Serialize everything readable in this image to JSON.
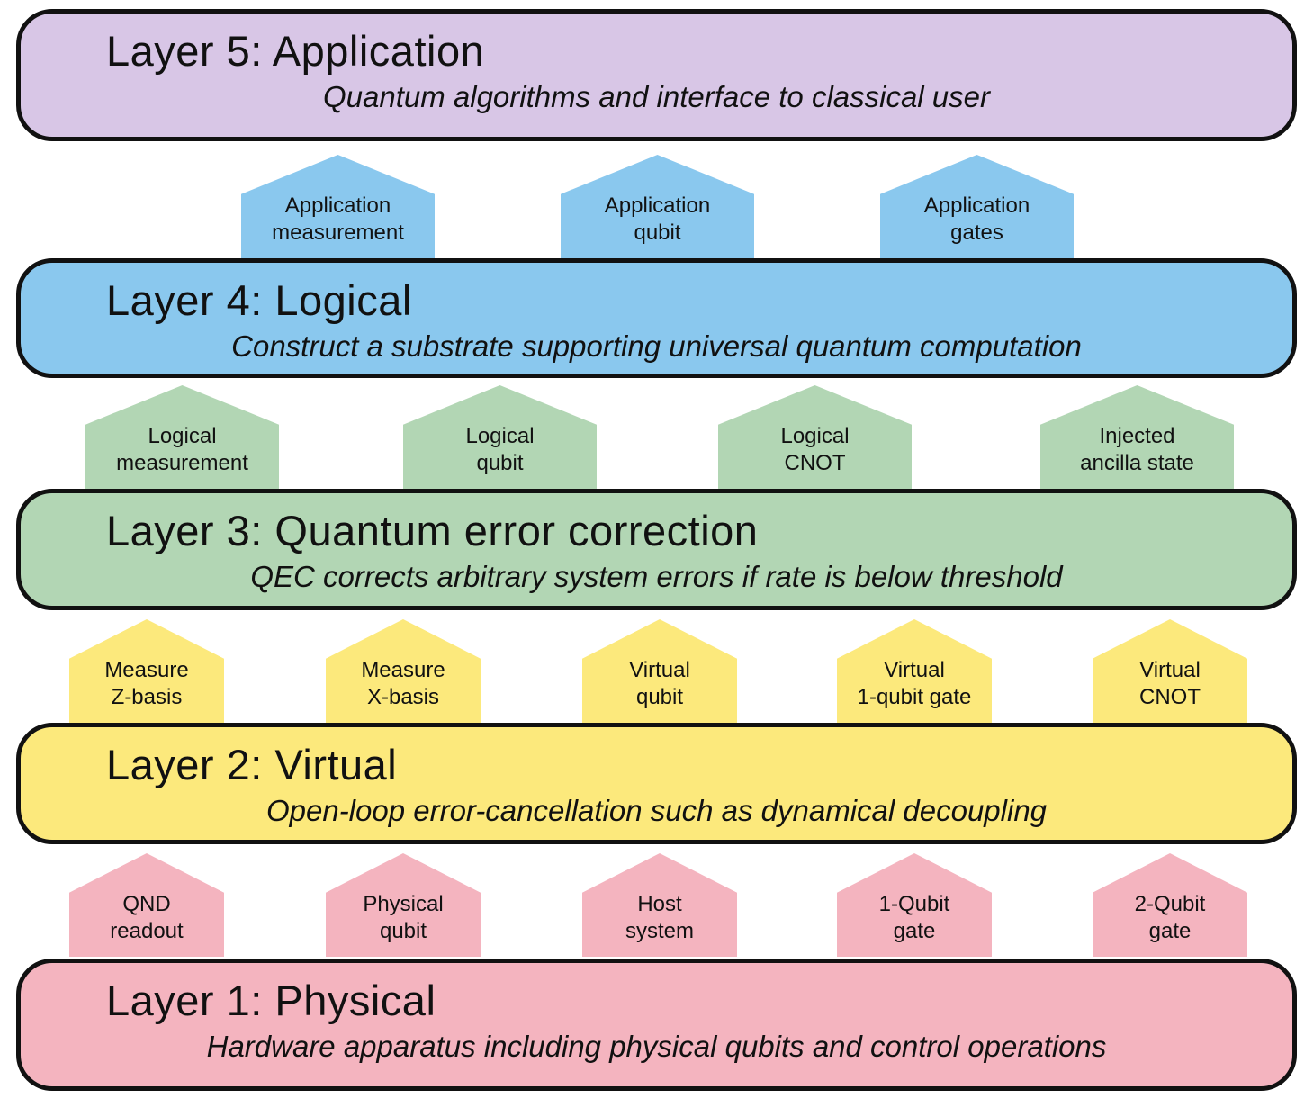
{
  "colors": {
    "layer5": "#d8c6e6",
    "layer4": "#8ac8ee",
    "layer3": "#b2d6b4",
    "layer2": "#fce97c",
    "layer1": "#f4b4bf",
    "border": "#111111"
  },
  "layers": [
    {
      "title": "Layer 5: Application",
      "subtitle": "Quantum algorithms and interface to classical user"
    },
    {
      "title": "Layer 4: Logical",
      "subtitle": "Construct a substrate supporting universal quantum computation"
    },
    {
      "title": "Layer 3: Quantum error correction",
      "subtitle": "QEC corrects arbitrary system errors if rate is below threshold"
    },
    {
      "title": "Layer 2: Virtual",
      "subtitle": "Open-loop error-cancellation such as dynamical decoupling"
    },
    {
      "title": "Layer 1: Physical",
      "subtitle": "Hardware apparatus including physical qubits and control operations"
    }
  ],
  "arrow_rows": [
    {
      "arrows": [
        {
          "line1": "Application",
          "line2": "measurement"
        },
        {
          "line1": "Application",
          "line2": "qubit"
        },
        {
          "line1": "Application",
          "line2": "gates"
        }
      ]
    },
    {
      "arrows": [
        {
          "line1": "Logical",
          "line2": "measurement"
        },
        {
          "line1": "Logical",
          "line2": "qubit"
        },
        {
          "line1": "Logical",
          "line2": "CNOT"
        },
        {
          "line1": "Injected",
          "line2": "ancilla state"
        }
      ]
    },
    {
      "arrows": [
        {
          "line1": "Measure",
          "line2": "Z-basis"
        },
        {
          "line1": "Measure",
          "line2": "X-basis"
        },
        {
          "line1": "Virtual",
          "line2": "qubit"
        },
        {
          "line1": "Virtual",
          "line2": "1-qubit gate"
        },
        {
          "line1": "Virtual",
          "line2": "CNOT"
        }
      ]
    },
    {
      "arrows": [
        {
          "line1": "QND",
          "line2": "readout"
        },
        {
          "line1": "Physical",
          "line2": "qubit"
        },
        {
          "line1": "Host",
          "line2": "system"
        },
        {
          "line1": "1-Qubit",
          "line2": "gate"
        },
        {
          "line1": "2-Qubit",
          "line2": "gate"
        }
      ]
    }
  ]
}
